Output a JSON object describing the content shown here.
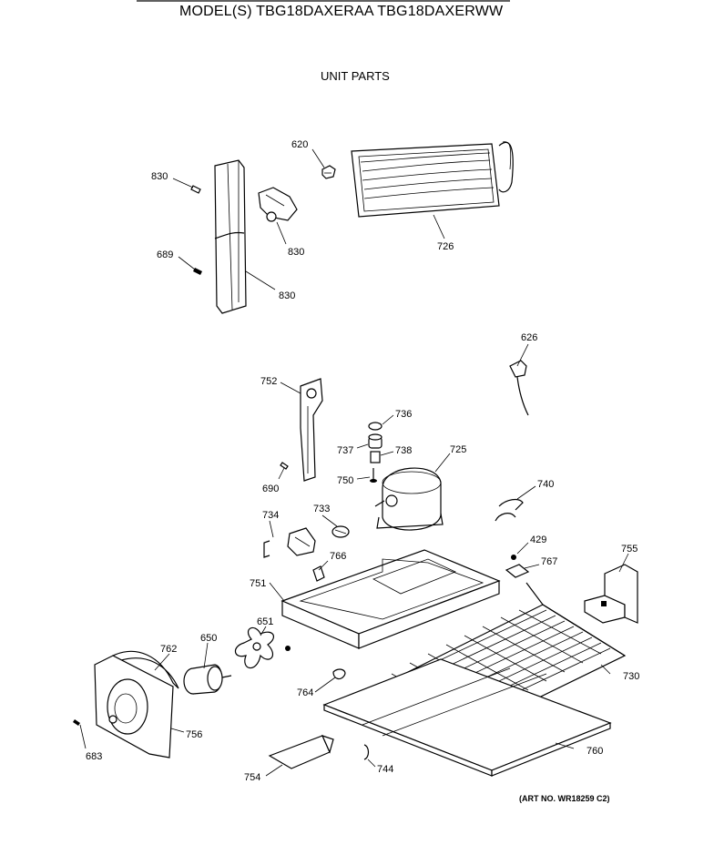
{
  "header": {
    "title": "MODEL(S) TBG18DAXERAA  TBG18DAXERWW",
    "section": "UNIT PARTS"
  },
  "callouts": {
    "c830a": "830",
    "c620": "620",
    "c830b": "830",
    "c689": "689",
    "c726": "726",
    "c830c": "830",
    "c626": "626",
    "c752": "752",
    "c736": "736",
    "c737": "737",
    "c738": "738",
    "c725": "725",
    "c690": "690",
    "c750": "750",
    "c740": "740",
    "c734": "734",
    "c733": "733",
    "c429": "429",
    "c766": "766",
    "c767": "767",
    "c755": "755",
    "c751": "751",
    "c651": "651",
    "c650": "650",
    "c762": "762",
    "c730": "730",
    "c764": "764",
    "c756": "756",
    "c683": "683",
    "c760": "760",
    "c754": "754",
    "c744": "744"
  },
  "footer": {
    "art_number": "(ART NO. WR18259 C2)"
  }
}
